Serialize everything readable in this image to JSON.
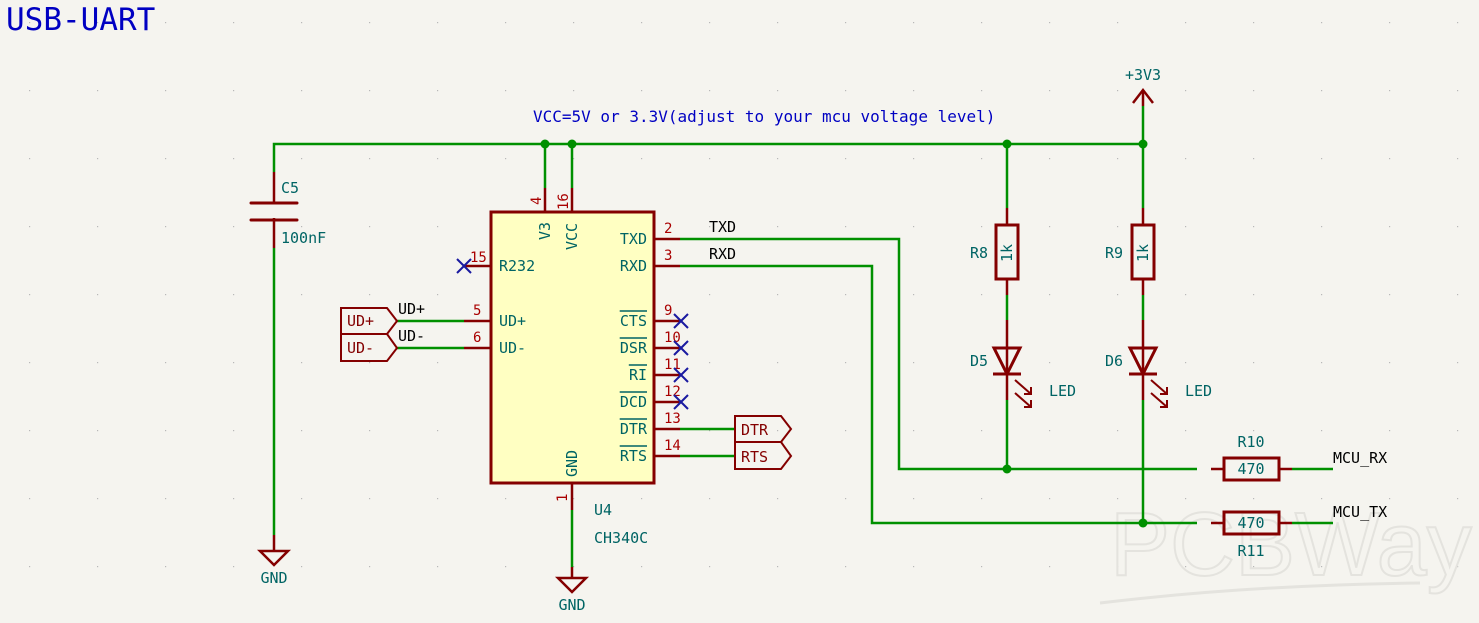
{
  "title": "USB-UART",
  "note": "VCC=5V or 3.3V(adjust to your mcu voltage level)",
  "power": {
    "v3v3": "+3V3",
    "gnd1": "GND",
    "gnd2": "GND"
  },
  "ic": {
    "ref": "U4",
    "value": "CH340C",
    "pins_left": [
      {
        "num": "15",
        "name": "R232",
        "nc": true
      },
      {
        "num": "5",
        "name": "UD+"
      },
      {
        "num": "6",
        "name": "UD-"
      }
    ],
    "pins_top": [
      {
        "num": "4",
        "name": "V3"
      },
      {
        "num": "16",
        "name": "VCC"
      }
    ],
    "pins_right": [
      {
        "num": "2",
        "name": "TXD"
      },
      {
        "num": "3",
        "name": "RXD"
      },
      {
        "num": "9",
        "name": "CTS",
        "nc": true
      },
      {
        "num": "10",
        "name": "DSR",
        "nc": true
      },
      {
        "num": "11",
        "name": "RI",
        "nc": true
      },
      {
        "num": "12",
        "name": "DCD",
        "nc": true
      },
      {
        "num": "13",
        "name": "DTR"
      },
      {
        "num": "14",
        "name": "RTS"
      }
    ],
    "pin_bottom": {
      "num": "1",
      "name": "GND"
    }
  },
  "capacitor": {
    "ref": "C5",
    "value": "100nF"
  },
  "resistors": [
    {
      "ref": "R8",
      "value": "1k"
    },
    {
      "ref": "R9",
      "value": "1k"
    },
    {
      "ref": "R10",
      "value": "470"
    },
    {
      "ref": "R11",
      "value": "470"
    }
  ],
  "leds": [
    {
      "ref": "D5",
      "value": "LED"
    },
    {
      "ref": "D6",
      "value": "LED"
    }
  ],
  "labels": {
    "ud_plus_port": "UD+",
    "ud_minus_port": "UD-",
    "ud_plus_net": "UD+",
    "ud_minus_net": "UD-",
    "txd_net": "TXD",
    "rxd_net": "RXD",
    "dtr_port": "DTR",
    "rts_port": "RTS",
    "mcu_rx": "MCU_RX",
    "mcu_tx": "MCU_TX"
  },
  "watermark": "PCBWay"
}
